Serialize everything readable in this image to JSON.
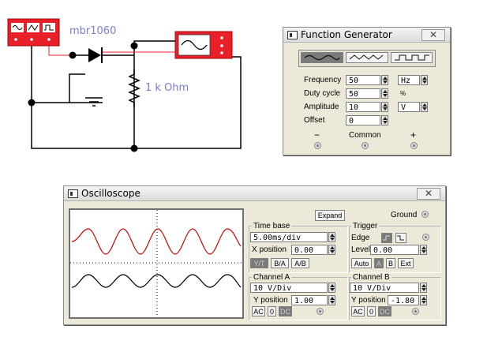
{
  "schematic": {
    "diode_label": "mbr1060",
    "resistor_label": "1 k Ohm"
  },
  "function_generator": {
    "title": "Function Generator",
    "close_label": "✕",
    "frequency_label": "Frequency",
    "frequency_value": "50",
    "frequency_unit": "Hz",
    "duty_label": "Duty cycle",
    "duty_value": "50",
    "duty_unit": "%",
    "amplitude_label": "Amplitude",
    "amplitude_value": "10",
    "amplitude_unit": "V",
    "offset_label": "Offset",
    "offset_value": "0",
    "minus_label": "−",
    "common_label": "Common",
    "plus_label": "+"
  },
  "oscilloscope": {
    "title": "Oscilloscope",
    "close_label": "✕",
    "expand_label": "Expand",
    "ground_label": "Ground",
    "timebase_label": "Time base",
    "timebase_value": "5.00ms/div",
    "xpos_label": "X position",
    "xpos_value": "0.00",
    "mode_yt": "Y/T",
    "mode_ba": "B/A",
    "mode_ab": "A/B",
    "trigger_label": "Trigger",
    "edge_label": "Edge",
    "level_label": "Level",
    "level_value": "0.00",
    "trig_auto": "Auto",
    "trig_a": "A",
    "trig_b": "B",
    "trig_ext": "Ext",
    "channel_a_label": "Channel A",
    "channel_a_scale": "10 V/Div",
    "channel_a_ypos_label": "Y position",
    "channel_a_ypos_value": "1.00",
    "channel_b_label": "Channel B",
    "channel_b_scale": "10 V/Div",
    "channel_b_ypos_label": "Y position",
    "channel_b_ypos_value": "-1.80",
    "coupling_ac": "AC",
    "coupling_0": "0",
    "coupling_dc": "DC"
  },
  "colors": {
    "instrument_red": "#e8202a",
    "wire": "#000000",
    "probe_wire": "#e8202a",
    "channel_a_trace": "#cc0000",
    "channel_b_trace": "#000000",
    "label_blue": "#7b7bd8"
  }
}
